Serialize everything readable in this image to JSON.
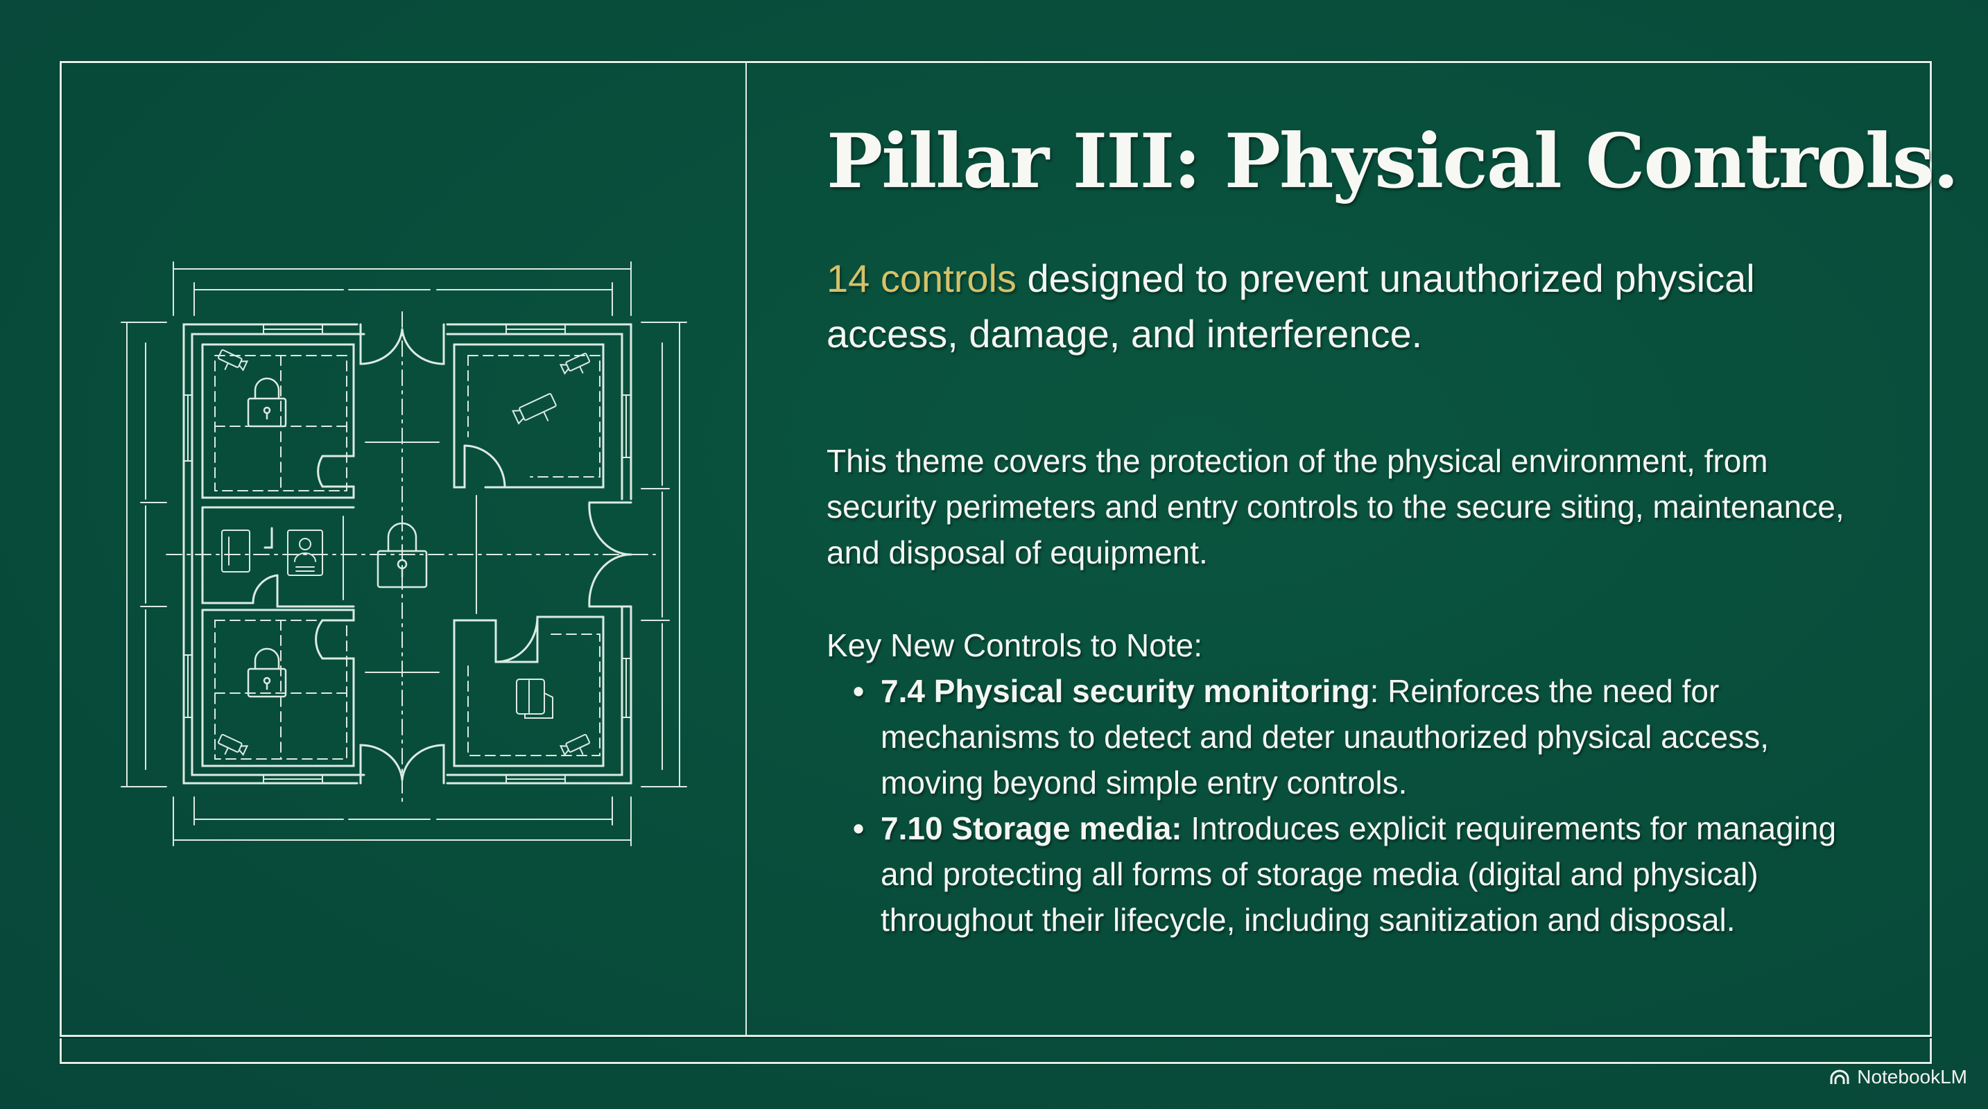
{
  "slide": {
    "title": "Pillar III: Physical Controls.",
    "lead": {
      "highlight": "14 controls",
      "rest": " designed to prevent unauthorized physical access, damage, and interference."
    },
    "paragraph": "This theme covers the protection of the physical environment, from security perimeters and entry controls to the secure siting, maintenance, and disposal of equipment.",
    "key_heading": "Key New Controls to Note:",
    "bullets": [
      {
        "bold": "7.4 Physical security monitoring",
        "sep": ":",
        "text": " Reinforces the need for mechanisms to detect and deter unauthorized physical access, moving beyond simple entry controls."
      },
      {
        "bold": "7.10 Storage media:",
        "sep": "",
        "text": " Introduces explicit requirements for managing and protecting all forms of storage media (digital and physical) throughout their lifecycle, including sanitization and disposal."
      }
    ],
    "illustration": {
      "description": "Blueprint floor plan with four rooms, padlock icons, security cameras, ID badge reader, and storage media icon",
      "icons": [
        "padlock-icon",
        "security-camera-icon",
        "id-badge-icon",
        "card-reader-icon",
        "storage-media-icon"
      ]
    }
  },
  "branding": {
    "label": "NotebookLM"
  },
  "colors": {
    "background": "#084d3b",
    "line": "#dfeee6",
    "accent": "#d4c26a",
    "text": "#f4f6f2"
  }
}
